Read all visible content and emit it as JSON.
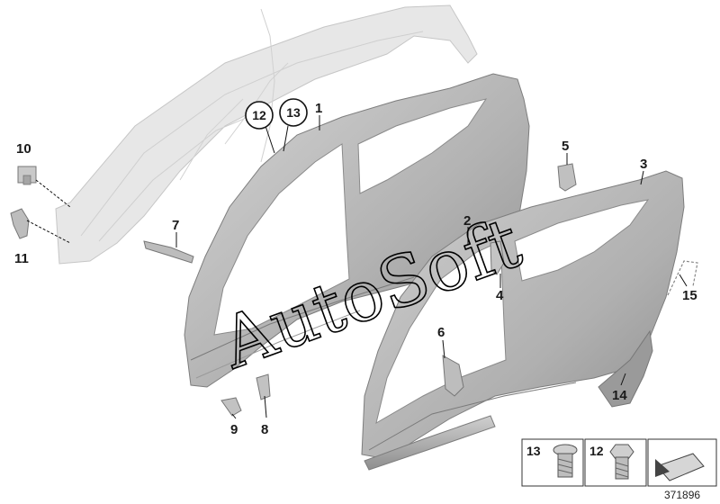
{
  "callouts": [
    {
      "id": "c1",
      "label": "1"
    },
    {
      "id": "c2",
      "label": "2"
    },
    {
      "id": "c3",
      "label": "3"
    },
    {
      "id": "c4",
      "label": "4"
    },
    {
      "id": "c5",
      "label": "5"
    },
    {
      "id": "c6",
      "label": "6"
    },
    {
      "id": "c7",
      "label": "7"
    },
    {
      "id": "c8",
      "label": "8"
    },
    {
      "id": "c9",
      "label": "9"
    },
    {
      "id": "c10",
      "label": "10"
    },
    {
      "id": "c11",
      "label": "11"
    },
    {
      "id": "c12",
      "label": "12"
    },
    {
      "id": "c13",
      "label": "13"
    },
    {
      "id": "c14",
      "label": "14"
    },
    {
      "id": "c15",
      "label": "15"
    }
  ],
  "legend": {
    "screw_a": "13",
    "screw_b": "12"
  },
  "watermark": "AutoSoft",
  "diagram_code": "371896",
  "colors": {
    "panel": "#b9b9b9",
    "panel_dark": "#8c8c8c",
    "ghost": "#e6e6e6",
    "ghost_line": "#c9c9c9",
    "ink": "#111111"
  }
}
